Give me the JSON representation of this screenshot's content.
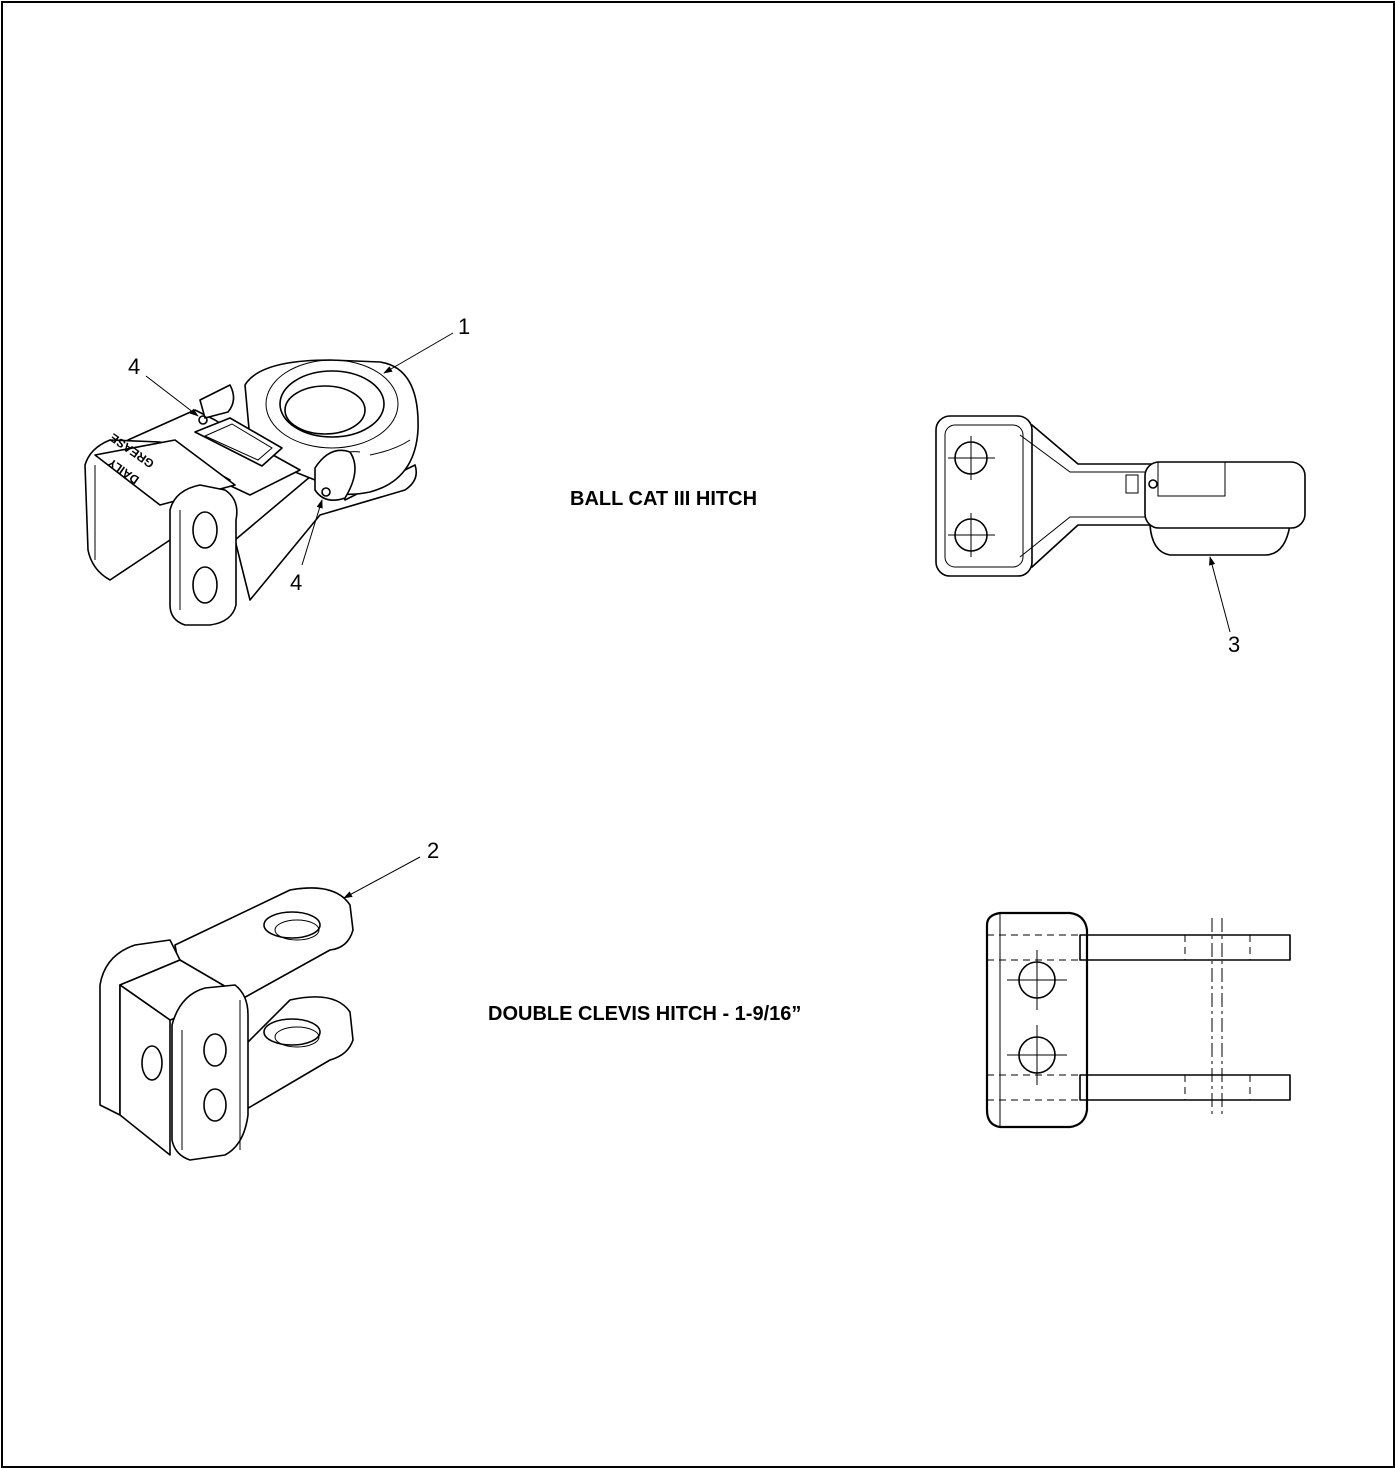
{
  "captions": {
    "ball_hitch": "BALL CAT III HITCH",
    "clevis_hitch": "DOUBLE CLEVIS HITCH - 1-9/16”"
  },
  "callouts": {
    "c1": "1",
    "c2": "2",
    "c3": "3",
    "c4a": "4",
    "c4b": "4"
  },
  "part_markings": {
    "line1": "GREASE",
    "line2": "DAILY"
  },
  "colors": {
    "line": "#000000",
    "background": "#ffffff"
  }
}
